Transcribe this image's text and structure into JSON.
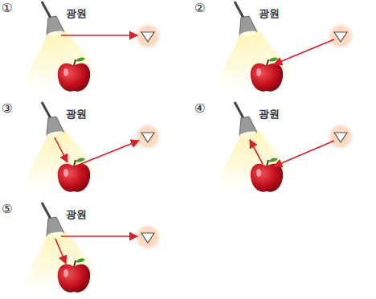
{
  "diagram": {
    "labels": [
      "①",
      "광원",
      "②",
      "광원",
      "③",
      "광원",
      "④",
      "광원",
      "⑤",
      "광원"
    ]
  }
}
